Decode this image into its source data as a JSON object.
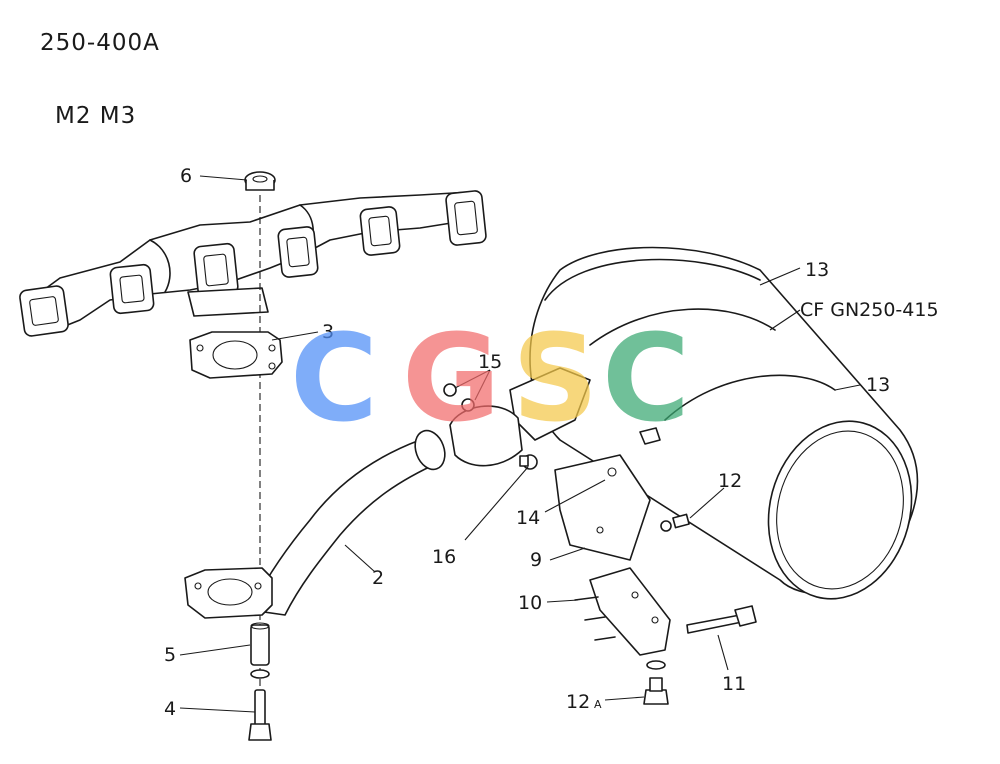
{
  "header": {
    "model": "250-400A",
    "variants": "M2 M3"
  },
  "callouts": {
    "c1": "6",
    "c2": "3",
    "c3": "2",
    "c4": "5",
    "c5": "4",
    "c6": "15",
    "c7": "16",
    "c8": "13",
    "c9": "CF GN250-415",
    "c10": "13",
    "c11": "12",
    "c12": "14",
    "c13": "9",
    "c14": "10",
    "c15": "11",
    "c16": "12",
    "c17": "A"
  },
  "watermark": {
    "letters": [
      "C",
      "G",
      "S",
      "C"
    ],
    "colors": [
      "#4f8ef7",
      "#f26b6b",
      "#f5c94a",
      "#3aa872"
    ]
  }
}
